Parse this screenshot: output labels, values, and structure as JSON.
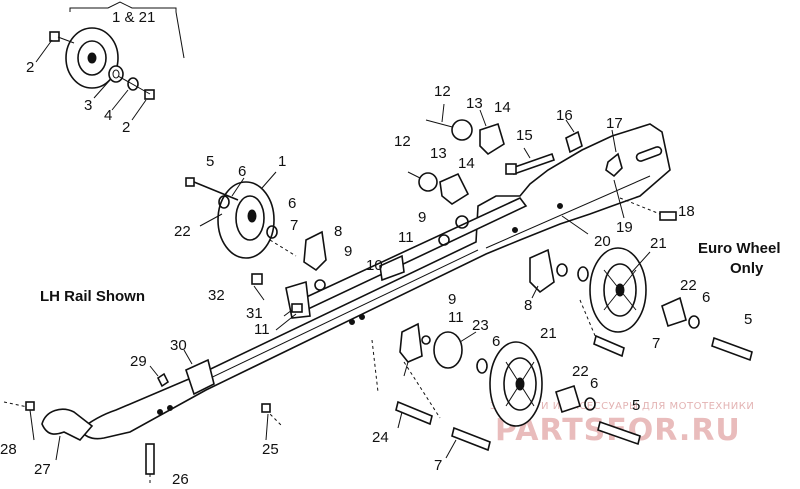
{
  "title_group": "1 & 21",
  "labels": {
    "lh_rail": "LH Rail Shown",
    "euro_wheel_line1": "Euro Wheel",
    "euro_wheel_line2": "Only"
  },
  "callouts": [
    "2",
    "3",
    "4",
    "2",
    "12",
    "13",
    "14",
    "16",
    "17",
    "15",
    "12",
    "13",
    "14",
    "5",
    "6",
    "1",
    "22",
    "6",
    "7",
    "8",
    "9",
    "11",
    "9",
    "20",
    "18",
    "19",
    "10",
    "21",
    "22",
    "6",
    "5",
    "32",
    "31",
    "11",
    "9",
    "11",
    "23",
    "21",
    "6",
    "8",
    "7",
    "29",
    "30",
    "22",
    "6",
    "5",
    "24",
    "7",
    "28",
    "27",
    "26",
    "25"
  ],
  "watermark": {
    "small": "ЗАПЧАСТИ И АКСЕССУАРЫ ДЛЯ МОТОТЕХНИКИ",
    "big": "PARTSFOR.RU"
  }
}
